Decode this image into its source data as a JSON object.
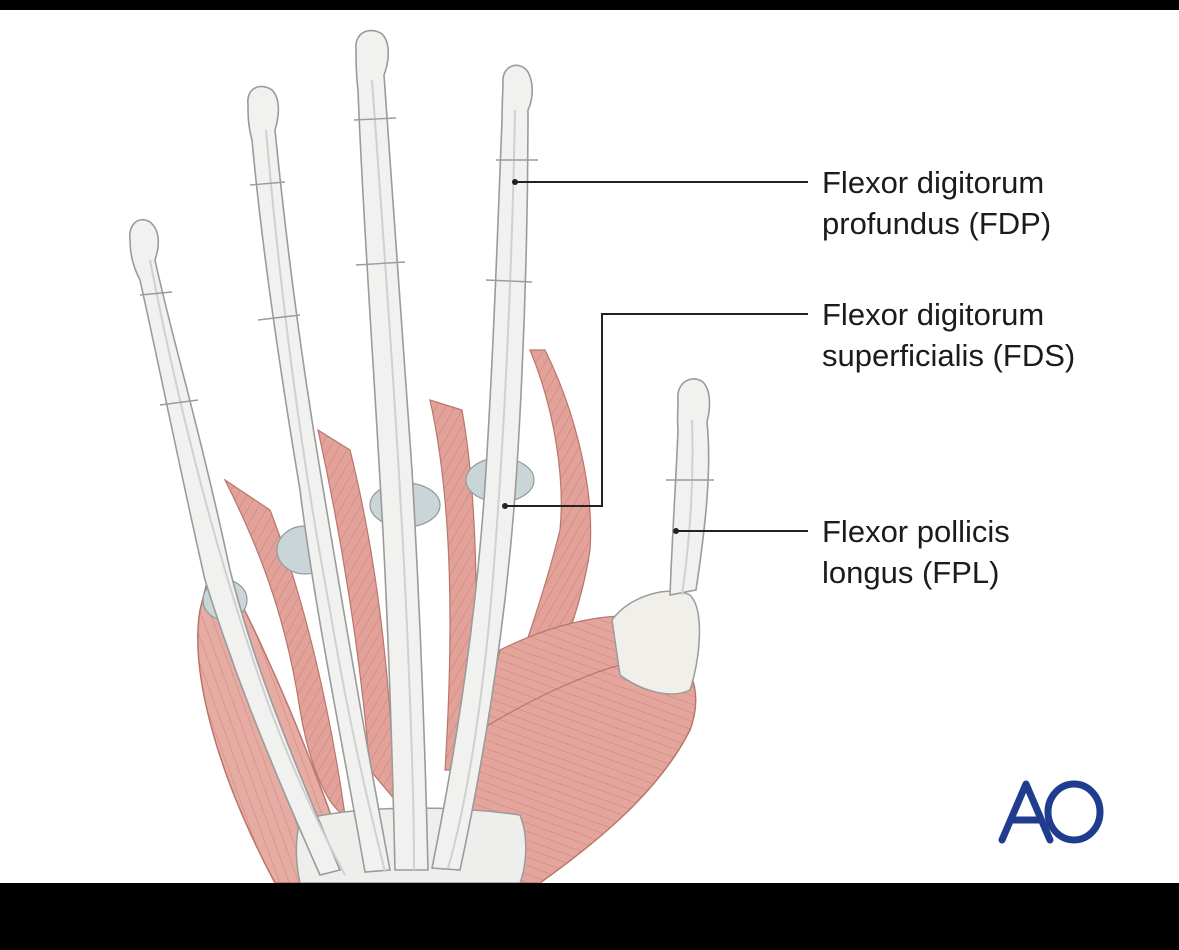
{
  "labels": {
    "fdp": {
      "line1": "Flexor digitorum",
      "line2": "profundus (FDP)"
    },
    "fds": {
      "line1": "Flexor digitorum",
      "line2": "superficialis (FDS)"
    },
    "fpl": {
      "line1": "Flexor pollicis",
      "line2": "longus (FPL)"
    }
  },
  "logo": {
    "text": "AO",
    "color": "#1f3c8f"
  },
  "colors": {
    "muscle": "#e3a79f",
    "muscle_dark": "#c98378",
    "bone": "#f1f1f0",
    "tendon": "#e6e7e6",
    "cartilage": "#c9d5d6",
    "outline": "#9b9b9b",
    "leader_line": "#222222"
  }
}
